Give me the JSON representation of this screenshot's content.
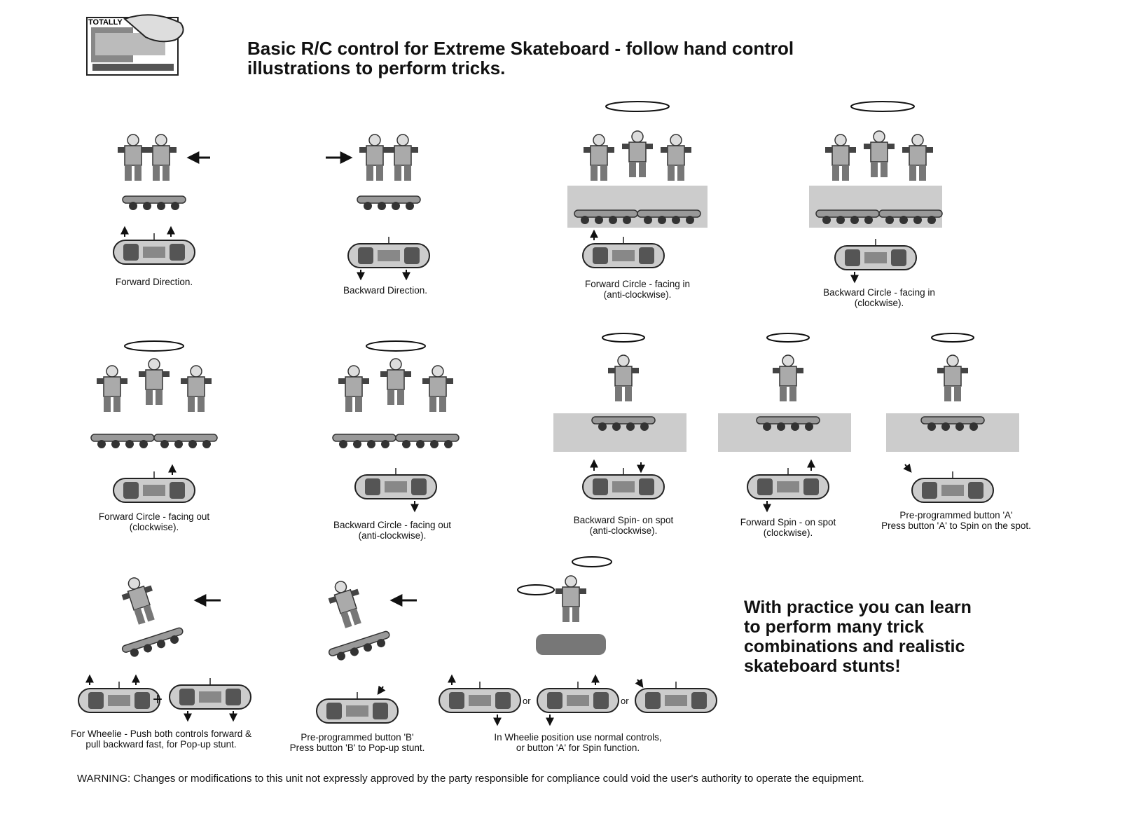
{
  "title": {
    "line1": "Basic R/C control for Extreme Skateboard - follow hand control",
    "line2": "illustrations to perform tricks."
  },
  "logo": {
    "name": "totally-extreme-logo",
    "text": "TOTALLY"
  },
  "panels": [
    {
      "id": "forward-direction",
      "lines": [
        "Forward Direction."
      ]
    },
    {
      "id": "backward-direction",
      "lines": [
        "Backward Direction."
      ]
    },
    {
      "id": "forward-circle-in",
      "lines": [
        "Forward Circle - facing in",
        "(anti-clockwise)."
      ]
    },
    {
      "id": "backward-circle-in",
      "lines": [
        "Backward Circle - facing in",
        "(clockwise)."
      ]
    },
    {
      "id": "forward-circle-out",
      "lines": [
        "Forward Circle - facing out",
        "(clockwise)."
      ]
    },
    {
      "id": "backward-circle-out",
      "lines": [
        "Backward Circle - facing out",
        "(anti-clockwise)."
      ]
    },
    {
      "id": "backward-spin",
      "lines": [
        "Backward Spin- on spot",
        "(anti-clockwise)."
      ]
    },
    {
      "id": "forward-spin",
      "lines": [
        "Forward Spin - on spot",
        "(clockwise)."
      ]
    },
    {
      "id": "button-a",
      "lines": [
        "Pre-programmed button 'A'",
        "Press button 'A' to Spin on the spot."
      ]
    },
    {
      "id": "wheelie",
      "lines": [
        "For Wheelie - Push both controls forward &",
        "pull backward fast, for Pop-up stunt."
      ]
    },
    {
      "id": "button-b",
      "lines": [
        "Pre-programmed button 'B'",
        "Press button 'B' to Pop-up stunt."
      ]
    },
    {
      "id": "wheelie-controls",
      "lines": [
        "In Wheelie position use normal controls,",
        "or button 'A' for Spin function."
      ]
    }
  ],
  "connectors": {
    "plus": "+",
    "or": "or"
  },
  "promo": [
    "With practice you can learn",
    "to perform many trick",
    "combinations and realistic",
    "skateboard stunts!"
  ],
  "warning": "WARNING: Changes or modifications to this unit not expressly approved by the party responsible for compliance could void the user's authority to operate the equipment."
}
